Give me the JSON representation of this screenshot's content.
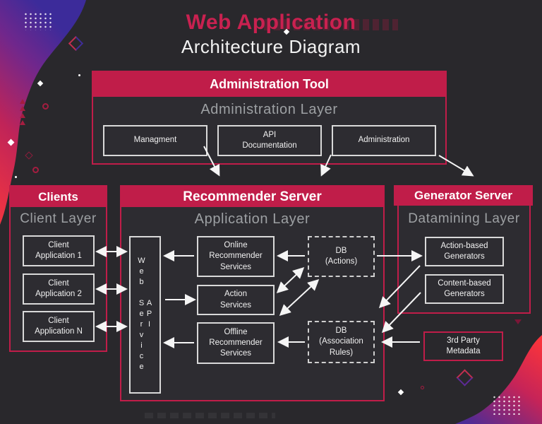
{
  "colors": {
    "accent": "#c01d49",
    "title_red": "#c92150",
    "background": "#29282c",
    "box_border": "#d9d9d9",
    "layer_text": "#9da0a3"
  },
  "title": {
    "heading": "Web Application",
    "subheading": "Architecture Diagram"
  },
  "sections": {
    "administration": {
      "header": "Administration Tool",
      "layer": "Administration Layer",
      "nodes": {
        "management": "Managment",
        "api_documentation": "API\nDocumentation",
        "administration": "Administration"
      }
    },
    "clients": {
      "header": "Clients",
      "layer": "Client Layer",
      "nodes": {
        "app1": "Client\nApplication 1",
        "app2": "Client\nApplication 2",
        "appN": "Client\nApplication N"
      }
    },
    "recommender": {
      "header": "Recommender Server",
      "layer": "Application Layer",
      "nodes": {
        "web_service_api": "Web Service API",
        "online": "Online\nRecommender\nServices",
        "action": "Action\nServices",
        "offline": "Offline\nRecommender\nServices",
        "db_actions": "DB\n(Actions)",
        "db_association": "DB\n(Association\nRules)"
      }
    },
    "generator": {
      "header": "Generator Server",
      "layer": "Datamining Layer",
      "nodes": {
        "action_based": "Action-based\nGenerators",
        "content_based": "Content-based\nGenerators"
      }
    },
    "external": {
      "third_party": "3rd Party\nMetadata"
    }
  }
}
